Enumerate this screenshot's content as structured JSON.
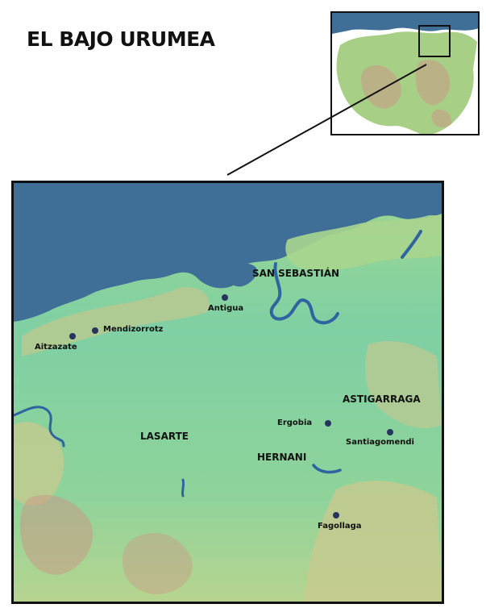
{
  "map": {
    "title": "EL BAJO URUMEA",
    "colors": {
      "sea": "#3f6f96",
      "lowland": "#7fd0a4",
      "hills": "#a7d98c",
      "highland": "#c8c98e",
      "relief": "#c99b86",
      "river": "#2f64a0",
      "point": "#28335e"
    },
    "towns": [
      {
        "key": "san-sebastian",
        "label": "SAN SEBASTIÁN",
        "style": "large"
      },
      {
        "key": "astigarraga",
        "label": "ASTIGARRAGA",
        "style": "large"
      },
      {
        "key": "lasarte",
        "label": "LASARTE",
        "style": "large"
      },
      {
        "key": "hernani",
        "label": "HERNANI",
        "style": "large"
      }
    ],
    "sites": [
      {
        "key": "antigua",
        "label": "Antigua"
      },
      {
        "key": "mendizorrotz",
        "label": "Mendizorrotz"
      },
      {
        "key": "aitzazate",
        "label": "Aitzazate"
      },
      {
        "key": "ergobia",
        "label": "Ergobia"
      },
      {
        "key": "santiagomendi",
        "label": "Santiagomendi"
      },
      {
        "key": "fagollaga",
        "label": "Fagollaga"
      }
    ]
  }
}
